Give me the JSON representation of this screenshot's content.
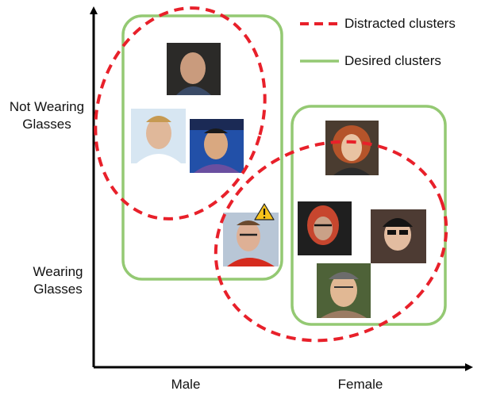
{
  "legend": {
    "distracted_label": "Distracted clusters",
    "desired_label": "Desired clusters",
    "distracted_color": "#e8202a",
    "desired_color": "#94c973"
  },
  "axes": {
    "y_top_line1": "Not Wearing",
    "y_top_line2": "Glasses",
    "y_bottom_line1": "Wearing",
    "y_bottom_line2": "Glasses",
    "x_left": "Male",
    "x_right": "Female"
  },
  "photos": [
    {
      "name": "male-no-glasses-photo",
      "group": "male",
      "glasses": false
    },
    {
      "name": "male-no-glasses-photo",
      "group": "male",
      "glasses": false
    },
    {
      "name": "male-no-glasses-photo",
      "group": "male",
      "glasses": false
    },
    {
      "name": "male-glasses-photo",
      "group": "male",
      "glasses": true,
      "icon": "warning-icon"
    },
    {
      "name": "female-no-glasses-photo",
      "group": "female",
      "glasses": false
    },
    {
      "name": "female-glasses-photo",
      "group": "female",
      "glasses": true
    },
    {
      "name": "female-glasses-photo",
      "group": "female",
      "glasses": true
    },
    {
      "name": "female-glasses-photo",
      "group": "female",
      "glasses": true
    }
  ]
}
